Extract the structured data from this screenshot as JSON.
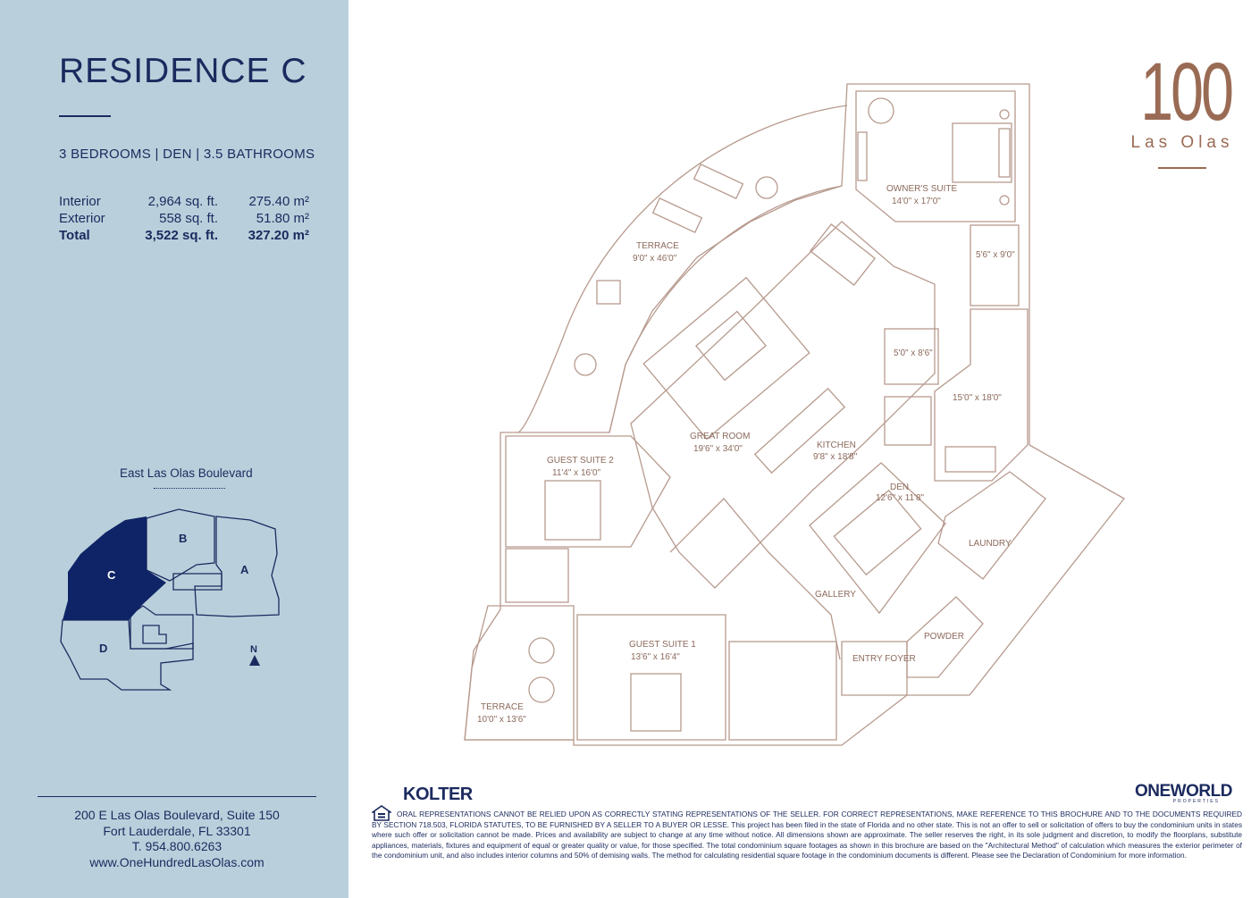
{
  "residence": {
    "title": "RESIDENCE C",
    "subtitle": "3 BEDROOMS | DEN | 3.5 BATHROOMS"
  },
  "area_table": [
    {
      "label": "Interior",
      "sqft": "2,964 sq. ft.",
      "sqm": "275.40 m²"
    },
    {
      "label": "Exterior",
      "sqft": "558 sq. ft.",
      "sqm": "51.80 m²"
    },
    {
      "label": "Total",
      "sqft": "3,522 sq. ft.",
      "sqm": "327.20 m²"
    }
  ],
  "keyplan": {
    "street": "East Las Olas Boulevard",
    "units": [
      "B",
      "C",
      "A",
      "D"
    ],
    "north": "N"
  },
  "contact": {
    "address1": "200 E Las Olas Boulevard, Suite 150",
    "address2": "Fort Lauderdale, FL 33301",
    "phone": "T. 954.800.6263",
    "website": "www.OneHundredLasOlas.com"
  },
  "brand": {
    "number": "100",
    "name": "Las Olas"
  },
  "floorplan_labels": {
    "owners_suite": "OWNER'S SUITE",
    "owners_suite_dim": "14'0\" x 17'0\"",
    "closet_dim": "5'6\" x 9'0\"",
    "closet2_dim": "5'0\" x 8'6\"",
    "bath_dim": "15'0\" x 18'0\"",
    "terrace_top": "TERRACE",
    "terrace_top_dim": "9'0\" x 46'0\"",
    "great_room": "GREAT ROOM",
    "great_room_dim": "19'6\" x 34'0\"",
    "kitchen": "KITCHEN",
    "kitchen_dim": "9'8\" x 18'8\"",
    "den": "DEN",
    "den_dim": "12'6\" x 11'8\"",
    "laundry": "LAUNDRY",
    "gallery": "GALLERY",
    "powder": "POWDER",
    "entry_foyer": "ENTRY FOYER",
    "guest_suite_2": "GUEST SUITE 2",
    "guest_suite_2_dim": "11'4\" x 16'0\"",
    "guest_suite_1": "GUEST SUITE 1",
    "guest_suite_1_dim": "13'6\" x 16'4\"",
    "terrace_bottom": "TERRACE",
    "terrace_bottom_dim": "10'0\" x 13'6\""
  },
  "footer": {
    "kolter": "KOLTER",
    "oneworld": "ONEWORLD",
    "oneworld_sub": "PROPERTIES",
    "disclaimer": "ORAL REPRESENTATIONS CANNOT BE RELIED UPON AS CORRECTLY STATING REPRESENTATIONS OF THE SELLER. FOR CORRECT REPRESENTATIONS, MAKE REFERENCE TO THIS BROCHURE AND TO THE DOCUMENTS REQUIRED BY SECTION 718.503, FLORIDA STATUTES, TO BE FURNISHED BY A SELLER TO A BUYER OR LESSE. This project has been filed in the state of Florida and no other state. This is not an offer to sell or solicitation of offers to buy the condominium units in states where such offer or solicitation cannot be made. Prices and availability are subject to change at any time without notice. All dimensions shown are approximate. The seller reserves the right, in its sole judgment and discretion, to modify the floorplans, substitute appliances, materials, fixtures and equipment of equal or greater quality or value, for those specified. The total condominium square footages as shown in this brochure are based on the \"Architectural Method\" of calculation which measures the exterior perimeter of the condominium unit, and also includes interior columns and 50% of demising walls. The method for calculating residential square footage in the condominium documents is different. Please see the Declaration of Condominium for more information."
  },
  "colors": {
    "sidebar_bg": "#b9d0dc",
    "navy": "#1b2a5e",
    "brand_copper": "#9a6b54",
    "plan_line": "#b79a8e"
  }
}
